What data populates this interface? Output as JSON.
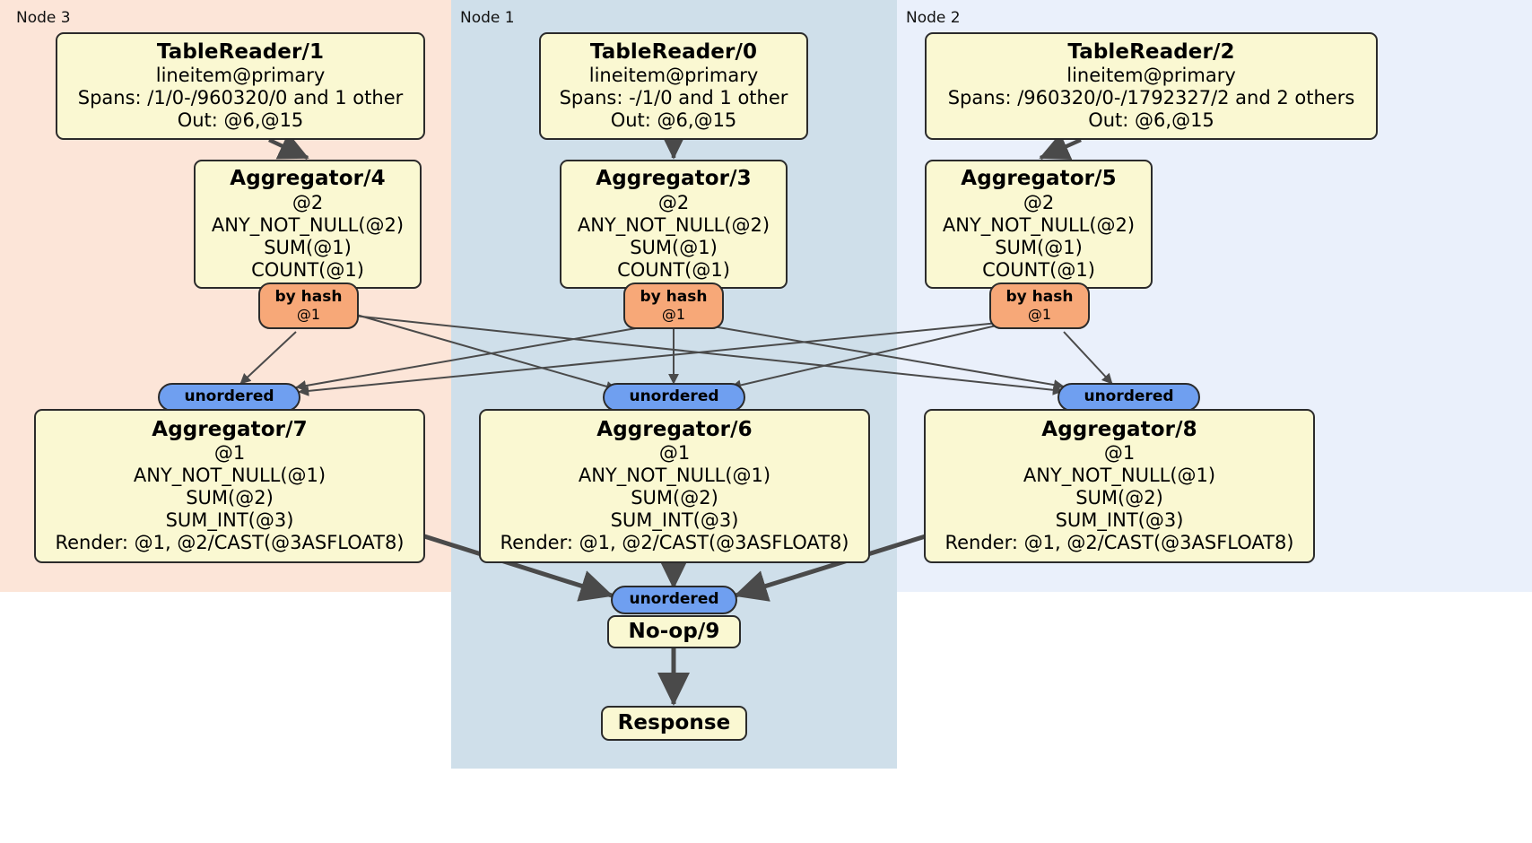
{
  "diagram": {
    "title": "distributed-query-plan",
    "colors": {
      "node3_bg": "#fce5d8",
      "node1_bg": "#cfdfea",
      "node2_bg": "#eaf0fb",
      "box_bg": "#faf8d2",
      "box_border": "#2b2b2b",
      "hash_badge": "#f7a878",
      "unordered_badge": "#6f9ff0",
      "edge": "#4a4a4a"
    }
  },
  "nodes": [
    {
      "label": "Node 3"
    },
    {
      "label": "Node 1"
    },
    {
      "label": "Node 2"
    }
  ],
  "processors": {
    "table_reader_1": {
      "title": "TableReader/1",
      "line1": "lineitem@primary",
      "line2": "Spans: /1/0-/960320/0 and 1 other",
      "line3": "Out: @6,@15"
    },
    "table_reader_0": {
      "title": "TableReader/0",
      "line1": "lineitem@primary",
      "line2": "Spans: -/1/0 and 1 other",
      "line3": "Out: @6,@15"
    },
    "table_reader_2": {
      "title": "TableReader/2",
      "line1": "lineitem@primary",
      "line2": "Spans: /960320/0-/1792327/2 and 2 others",
      "line3": "Out: @6,@15"
    },
    "aggregator_4": {
      "title": "Aggregator/4",
      "line1": "@2",
      "line2": "ANY_NOT_NULL(@2)",
      "line3": "SUM(@1)",
      "line4": "COUNT(@1)"
    },
    "aggregator_3": {
      "title": "Aggregator/3",
      "line1": "@2",
      "line2": "ANY_NOT_NULL(@2)",
      "line3": "SUM(@1)",
      "line4": "COUNT(@1)"
    },
    "aggregator_5": {
      "title": "Aggregator/5",
      "line1": "@2",
      "line2": "ANY_NOT_NULL(@2)",
      "line3": "SUM(@1)",
      "line4": "COUNT(@1)"
    },
    "aggregator_7": {
      "title": "Aggregator/7",
      "line1": "@1",
      "line2": "ANY_NOT_NULL(@1)",
      "line3": "SUM(@2)",
      "line4": "SUM_INT(@3)",
      "line5": "Render: @1, @2/CAST(@3ASFLOAT8)"
    },
    "aggregator_6": {
      "title": "Aggregator/6",
      "line1": "@1",
      "line2": "ANY_NOT_NULL(@1)",
      "line3": "SUM(@2)",
      "line4": "SUM_INT(@3)",
      "line5": "Render: @1, @2/CAST(@3ASFLOAT8)"
    },
    "aggregator_8": {
      "title": "Aggregator/8",
      "line1": "@1",
      "line2": "ANY_NOT_NULL(@1)",
      "line3": "SUM(@2)",
      "line4": "SUM_INT(@3)",
      "line5": "Render: @1, @2/CAST(@3ASFLOAT8)"
    },
    "noop_9": {
      "title": "No-op/9"
    },
    "response": {
      "title": "Response"
    }
  },
  "routers": {
    "hash_left": {
      "label": "by hash",
      "sub": "@1"
    },
    "hash_mid": {
      "label": "by hash",
      "sub": "@1"
    },
    "hash_right": {
      "label": "by hash",
      "sub": "@1"
    },
    "unordered_left": {
      "label": "unordered"
    },
    "unordered_mid": {
      "label": "unordered"
    },
    "unordered_right": {
      "label": "unordered"
    },
    "unordered_final": {
      "label": "unordered"
    }
  }
}
